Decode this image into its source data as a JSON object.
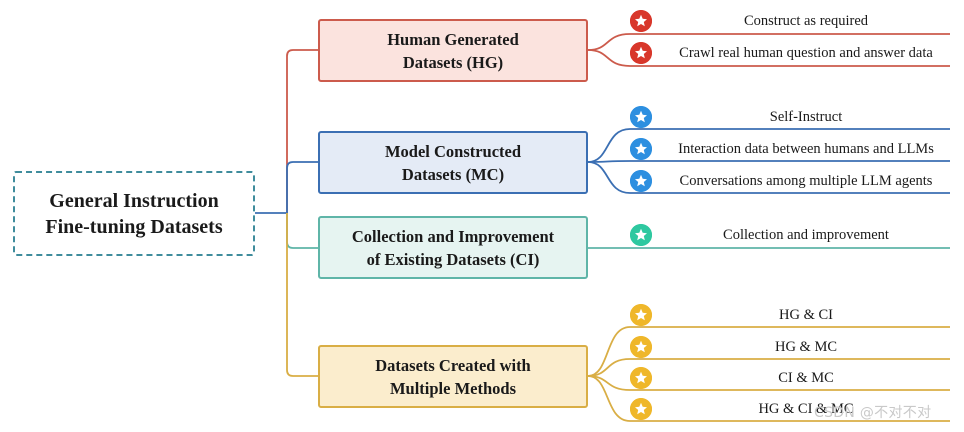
{
  "root": {
    "line1": "General Instruction",
    "line2": "Fine-tuning Datasets",
    "border_color": "#3f8c9c"
  },
  "categories": [
    {
      "id": "hg",
      "line1": "Human Generated",
      "line2": "Datasets (HG)",
      "color": "#cc5b4c",
      "fill": "#fbe3de",
      "icon": "red-star-icon",
      "leaves": [
        "Construct as required",
        "Crawl real human question and answer data"
      ]
    },
    {
      "id": "mc",
      "line1": "Model Constructed",
      "line2": "Datasets (MC)",
      "color": "#3b6fb3",
      "fill": "#e4ebf6",
      "icon": "blue-star-icon",
      "leaves": [
        "Self-Instruct",
        "Interaction data between humans and LLMs",
        "Conversations among multiple LLM agents"
      ]
    },
    {
      "id": "ci",
      "line1": "Collection and Improvement",
      "line2": "of Existing Datasets (CI)",
      "color": "#5fb5a8",
      "fill": "#e6f4f1",
      "icon": "green-star-icon",
      "leaves": [
        "Collection and improvement"
      ]
    },
    {
      "id": "mm",
      "line1": "Datasets Created with",
      "line2": "Multiple Methods",
      "color": "#d9ae45",
      "fill": "#fbedcd",
      "icon": "gold-star-icon",
      "leaves": [
        "HG & CI",
        "HG & MC",
        "CI & MC",
        "HG & CI & MC"
      ]
    }
  ],
  "icon_colors": {
    "hg": "#d8372b",
    "mc": "#2d8fe0",
    "ci": "#2ec8a0",
    "mm": "#efb72a"
  },
  "watermark": "CSDN @不对不对"
}
